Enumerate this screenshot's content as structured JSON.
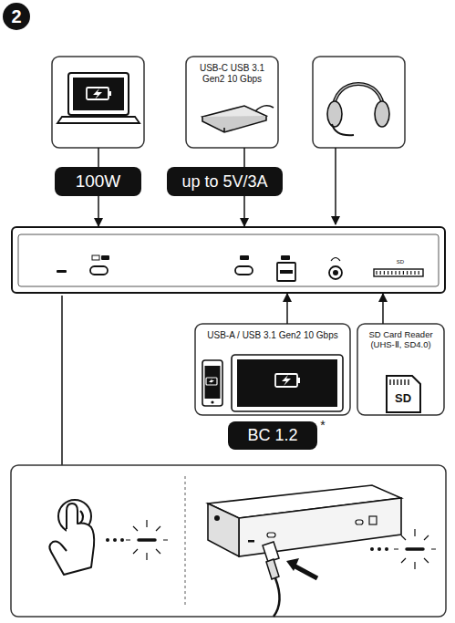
{
  "diagram": {
    "nodes": [
      {
        "text": [
          "100W"
        ]
      },
      {
        "text": [
          "USB-C USB 3.1 Gen2 10 Gbps"
        ]
      },
      {
        "text": [
          "up to 5V/3A"
        ]
      },
      {
        "text": [
          "USB-A / USB 3.1 Gen2 10 Gbps"
        ]
      },
      {
        "text": [
          "BC 1.2"
        ]
      },
      {
        "text": [
          "SD Card Reader (UHS-Ⅱ, SD4.0)"
        ]
      },
      {
        "text": [
          "SD"
        ]
      }
    ],
    "edges": [
      {
        "from": 0,
        "to": 6,
        "arrow": "to"
      },
      {
        "from": 1,
        "to": 2,
        "arrow": "none"
      },
      {
        "from": 2,
        "to": 6,
        "arrow": "to"
      },
      {
        "from": 3,
        "to": 6,
        "arrow": "to"
      },
      {
        "from": 5,
        "to": 6,
        "arrow": "to"
      }
    ],
    "labels": [
      "2",
      "*",
      "SD"
    ]
  }
}
